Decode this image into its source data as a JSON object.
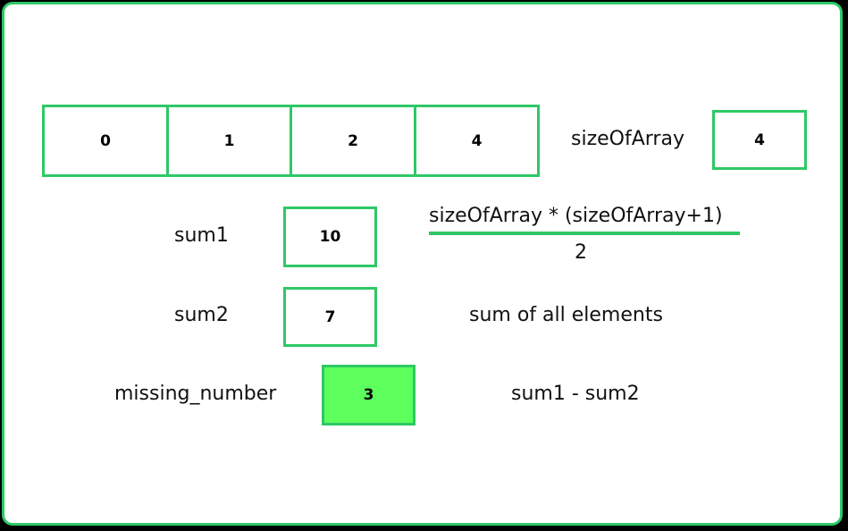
{
  "array": {
    "values": [
      "0",
      "1",
      "2",
      "4"
    ]
  },
  "size": {
    "label": "sizeOfArray",
    "value": "4"
  },
  "sum1": {
    "label": "sum1",
    "value": "10",
    "formula_numerator": "sizeOfArray * (sizeOfArray+1)",
    "formula_denominator": "2"
  },
  "sum2": {
    "label": "sum2",
    "value": "7",
    "description": "sum of all elements"
  },
  "missing": {
    "label": "missing_number",
    "value": "3",
    "description": "sum1 - sum2"
  },
  "colors": {
    "accent": "#2ec866",
    "highlight": "#5cff5c",
    "frame_bg": "#000000"
  }
}
